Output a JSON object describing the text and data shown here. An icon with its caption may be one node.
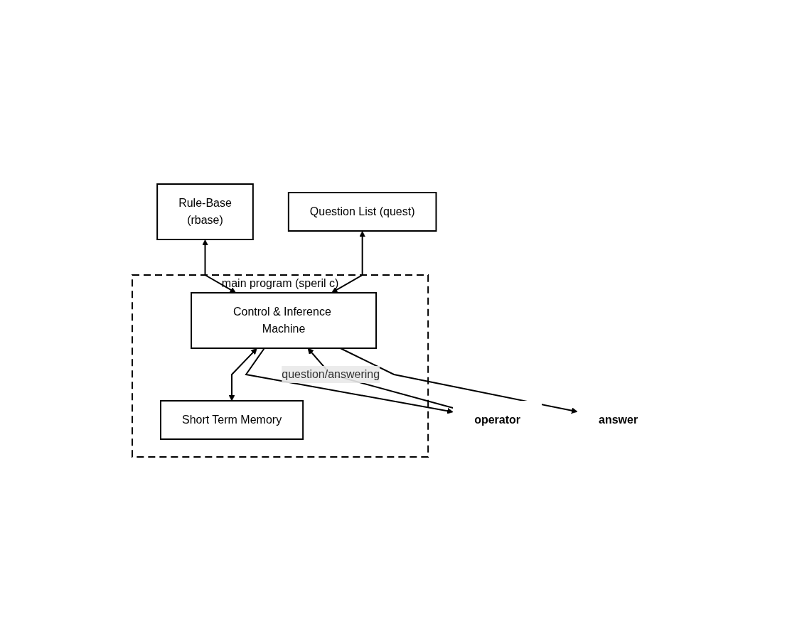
{
  "diagram": {
    "nodes": [
      {
        "text": [
          "Rule-Base",
          "(rbase)"
        ]
      },
      {
        "text": [
          "Question List (quest)"
        ]
      },
      {
        "text": [
          "main program (speril c)"
        ]
      },
      {
        "text": [
          "Control & Inference Machine"
        ],
        "in": 2
      },
      {
        "text": [
          "Short Term Memory"
        ],
        "in": 2
      },
      {
        "text": [
          "operator"
        ]
      },
      {
        "text": [
          "answer"
        ]
      }
    ],
    "edges": [
      {
        "from": 0,
        "to": 3,
        "arrow": "both"
      },
      {
        "from": 1,
        "to": 3,
        "arrow": "both"
      },
      {
        "from": 3,
        "to": 5,
        "arrow": "to"
      },
      {
        "from": 5,
        "to": 3,
        "arrow": "to",
        "label": "question/answering"
      },
      {
        "from": 3,
        "to": 6,
        "arrow": "to"
      },
      {
        "from": 3,
        "to": 4,
        "arrow": "both"
      }
    ]
  }
}
